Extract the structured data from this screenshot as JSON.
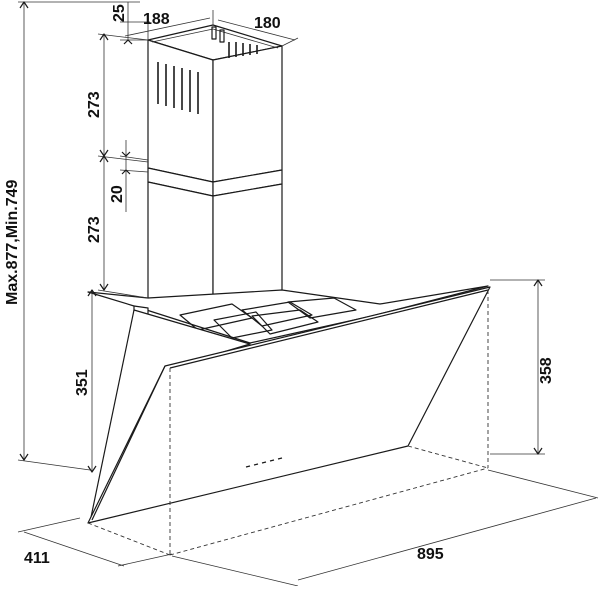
{
  "diagram": {
    "dimensions": {
      "height_total": "Max.877,Min.749",
      "chimney_gap_top": "25",
      "chimney_width": "188",
      "chimney_depth": "180",
      "upper_chimney": "273",
      "overlap": "20",
      "lower_chimney": "273",
      "hood_height_back": "351",
      "hood_height_front": "358",
      "hood_depth": "411",
      "hood_width": "895"
    },
    "colors": {
      "line": "#1a1a1a",
      "background": "#ffffff"
    }
  }
}
